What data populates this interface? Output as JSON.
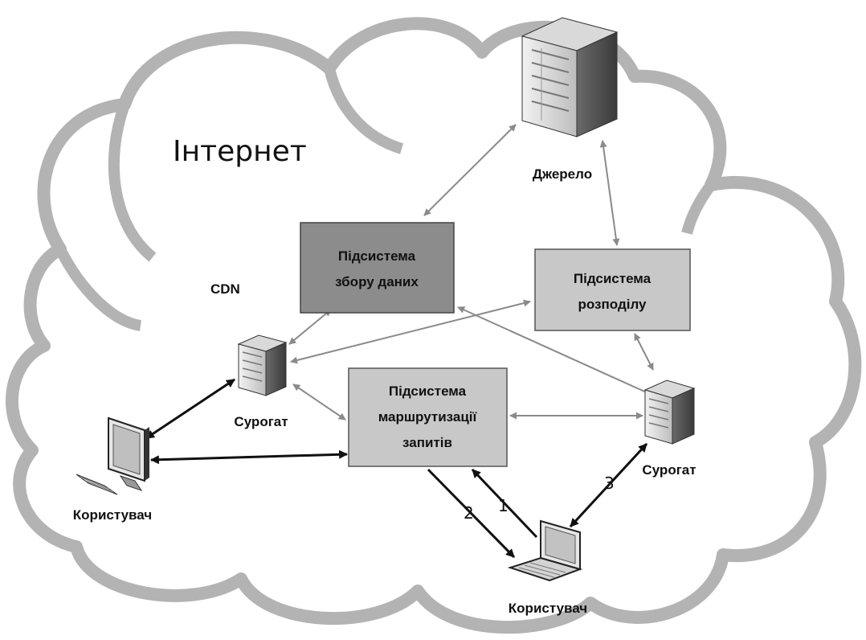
{
  "cloud_label": "Інтернет",
  "cdn_label": "CDN",
  "boxes": {
    "collection": [
      "Підсистема",
      "збору даних"
    ],
    "distribution": [
      "Підсистема",
      "розподілу"
    ],
    "routing": [
      "Підсистема",
      "маршрутизації",
      "запитів"
    ]
  },
  "servers": {
    "origin": "Джерело",
    "surrogate_left": "Сурогат",
    "surrogate_right": "Сурогат"
  },
  "users": {
    "desktop": "Користувач",
    "laptop": "Користувач"
  },
  "steps": [
    "1",
    "2",
    "3"
  ],
  "colors": {
    "cloud": "#b3b3b3",
    "box_dark": "#8c8c8c",
    "box_light": "#c8c8c8",
    "arrow_gray": "#8a8a8a",
    "arrow_black": "#111111"
  }
}
